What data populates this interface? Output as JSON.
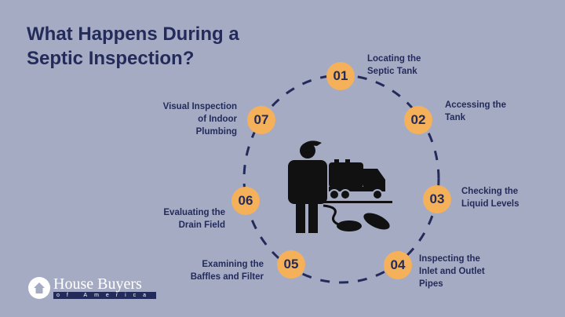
{
  "title_line1": "What Happens During a",
  "title_line2": "Septic Inspection?",
  "steps": [
    {
      "num": "01",
      "label1": "Locating the",
      "label2": "Septic Tank"
    },
    {
      "num": "02",
      "label1": "Accessing the",
      "label2": "Tank"
    },
    {
      "num": "03",
      "label1": "Checking the",
      "label2": "Liquid Levels"
    },
    {
      "num": "04",
      "label1": "Inspecting the",
      "label2": "Inlet and Outlet",
      "label3": "Pipes"
    },
    {
      "num": "05",
      "label1": "Examining the",
      "label2": "Baffles and Filter"
    },
    {
      "num": "06",
      "label1": "Evaluating the",
      "label2": "Drain Field"
    },
    {
      "num": "07",
      "label1": "Visual Inspection",
      "label2": "of Indoor",
      "label3": "Plumbing"
    }
  ],
  "logo": {
    "name": "House Buyers",
    "sub": "of America"
  },
  "colors": {
    "background": "#a6abc4",
    "navy": "#232b5a",
    "orange": "#f5b05a"
  }
}
